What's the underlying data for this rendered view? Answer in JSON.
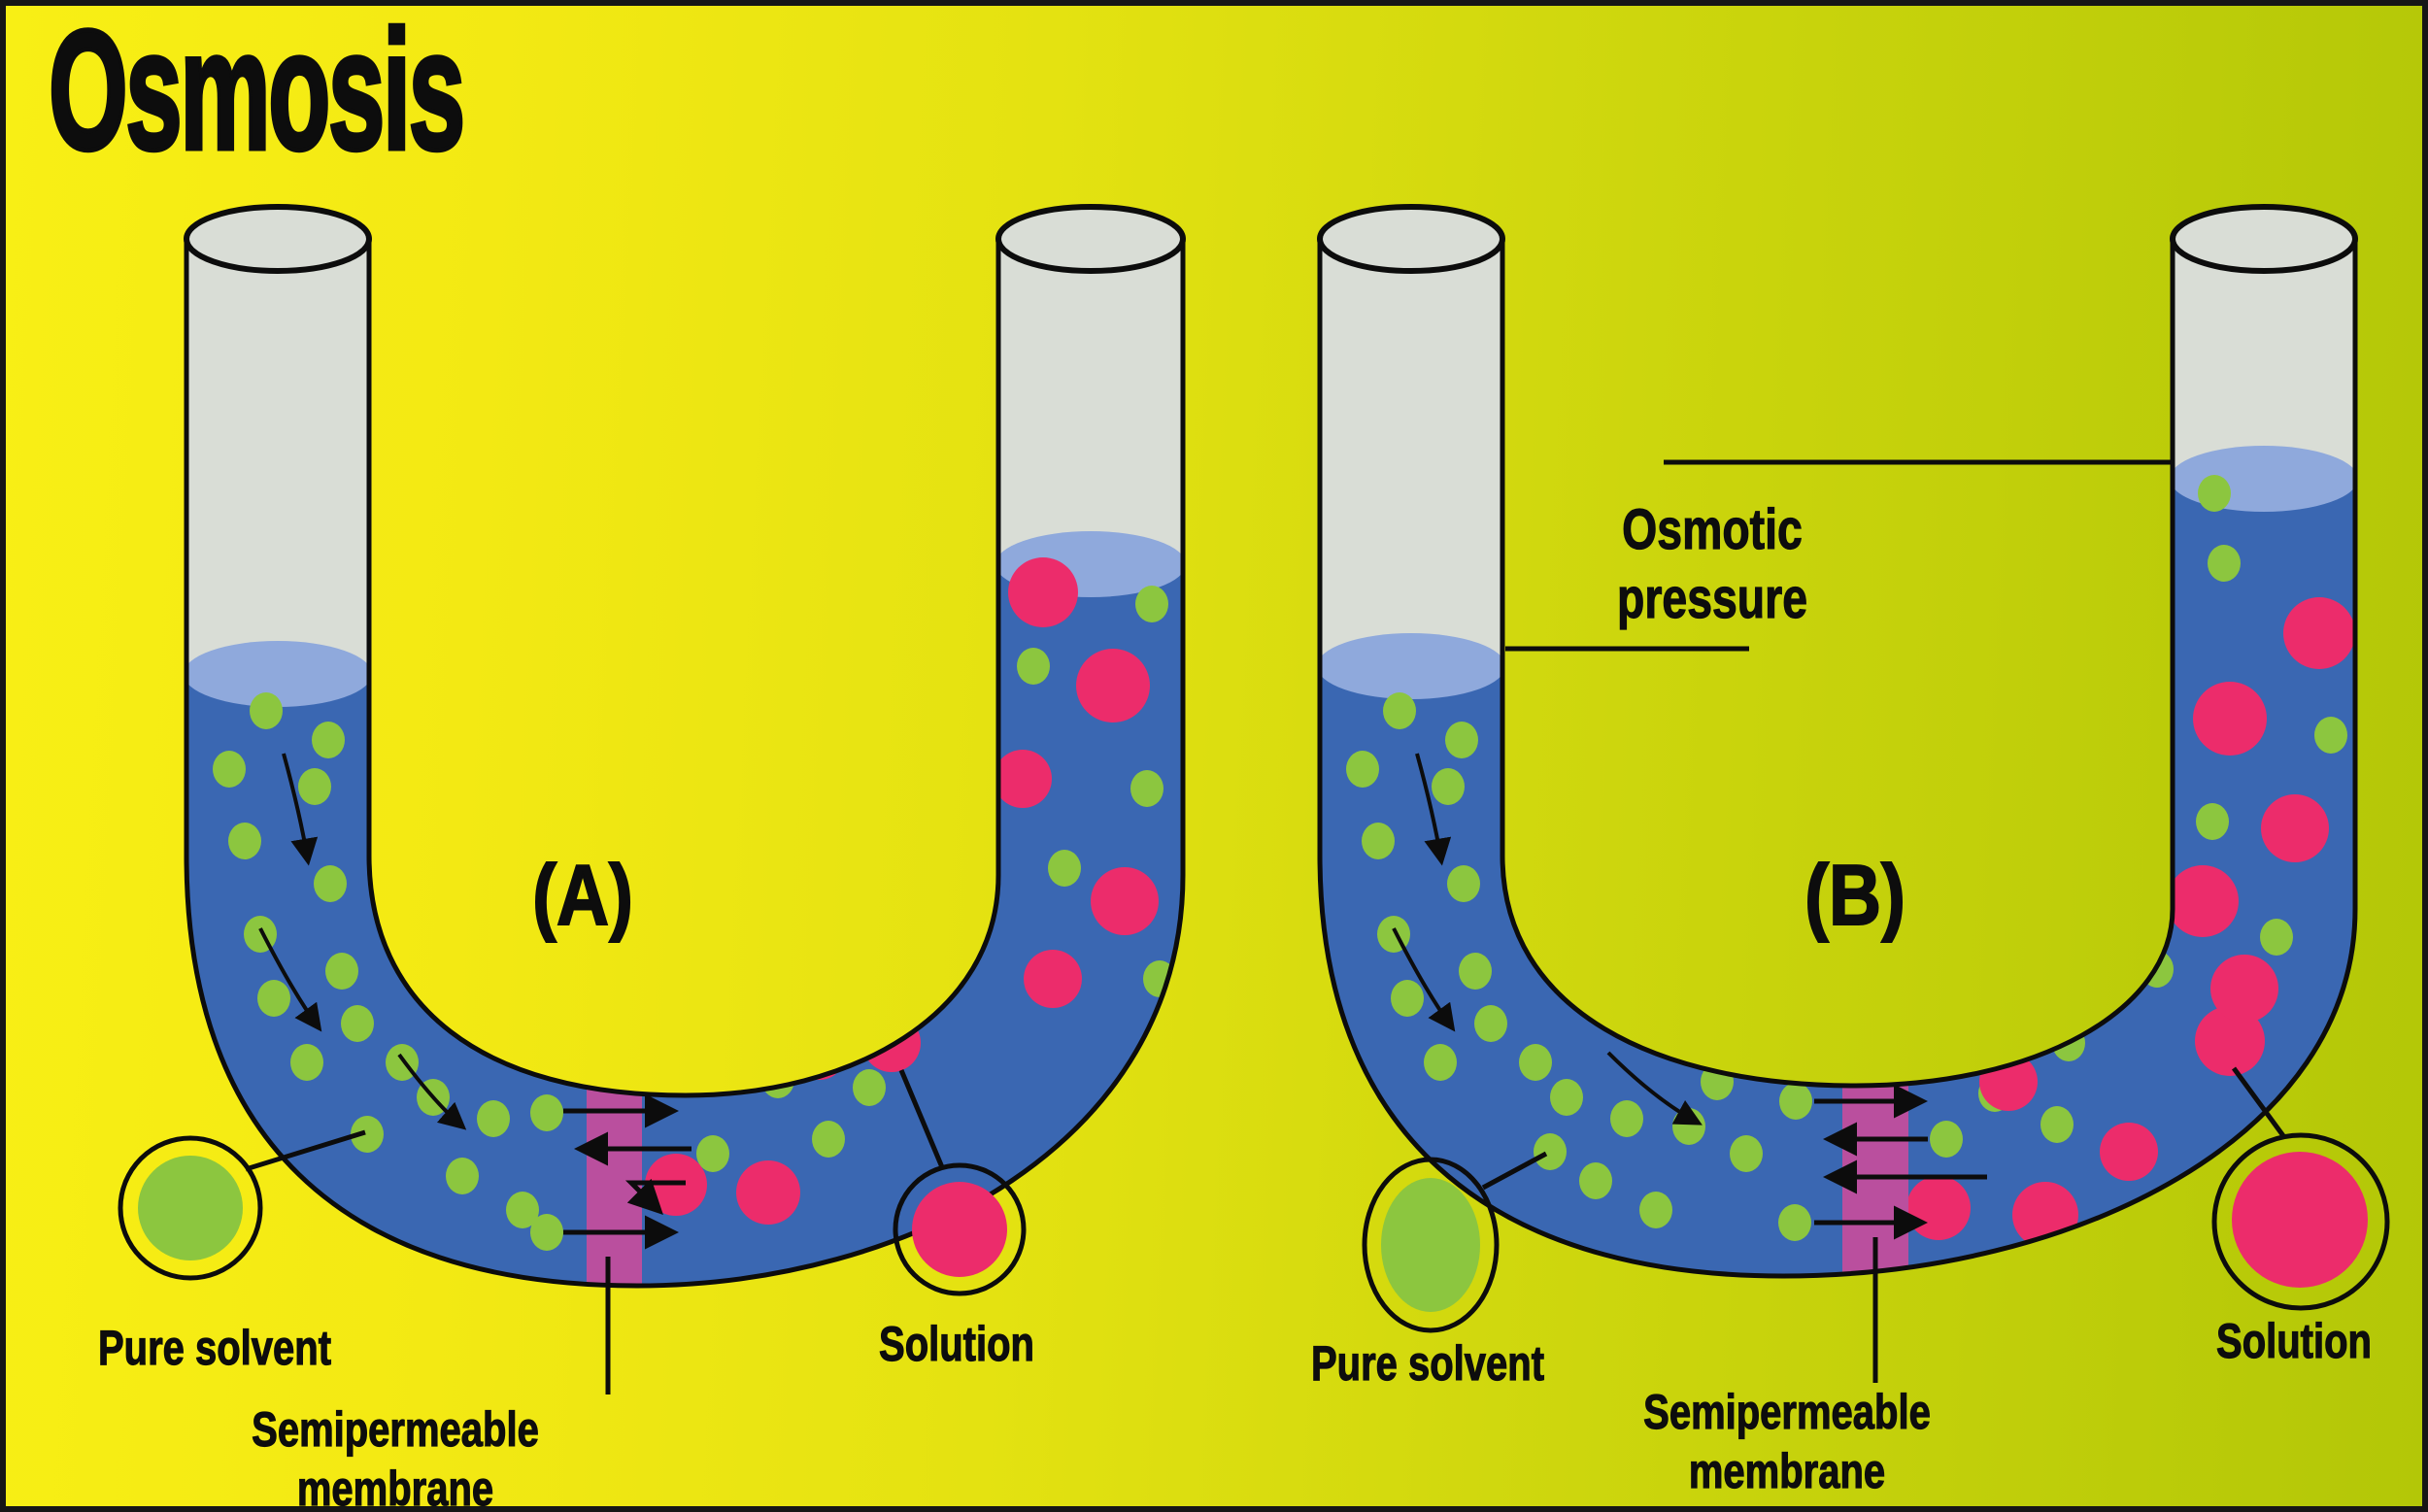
{
  "title": "Osmosis",
  "colors": {
    "background_left": "#f8ef15",
    "background_right": "#b3c707",
    "liquid": "#3a67b2",
    "liquid_surface": "#8fa9dc",
    "glass": "#d9ddd6",
    "solvent_particle": "#8cc63f",
    "solute_particle": "#ec2c6b",
    "membrane": "#ba4f9e",
    "outline": "#0c0c0c"
  },
  "panel_a": {
    "label": "(A)",
    "pure_solvent": "Pure solvent",
    "solution": "Solution",
    "membrane_line1": "Semipermeable",
    "membrane_line2": "membrane"
  },
  "panel_b": {
    "label": "(B)",
    "pure_solvent": "Pure solvent",
    "solution": "Solution",
    "membrane_line1": "Semipermeable",
    "membrane_line2": "membrane",
    "osmotic_line1": "Osmotic",
    "osmotic_line2": "pressure"
  }
}
